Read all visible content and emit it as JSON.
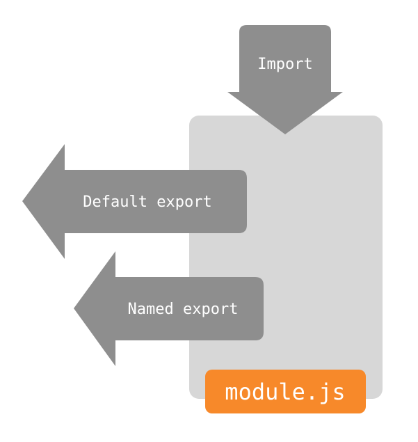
{
  "diagram": {
    "import_label": "Import",
    "default_export_label": "Default export",
    "named_export_label": "Named export",
    "module_label": "module.js"
  },
  "colors": {
    "module_body": "#d7d7d7",
    "arrow": "#8e8e8e",
    "module_badge": "#f7892a",
    "text": "#ffffff"
  }
}
